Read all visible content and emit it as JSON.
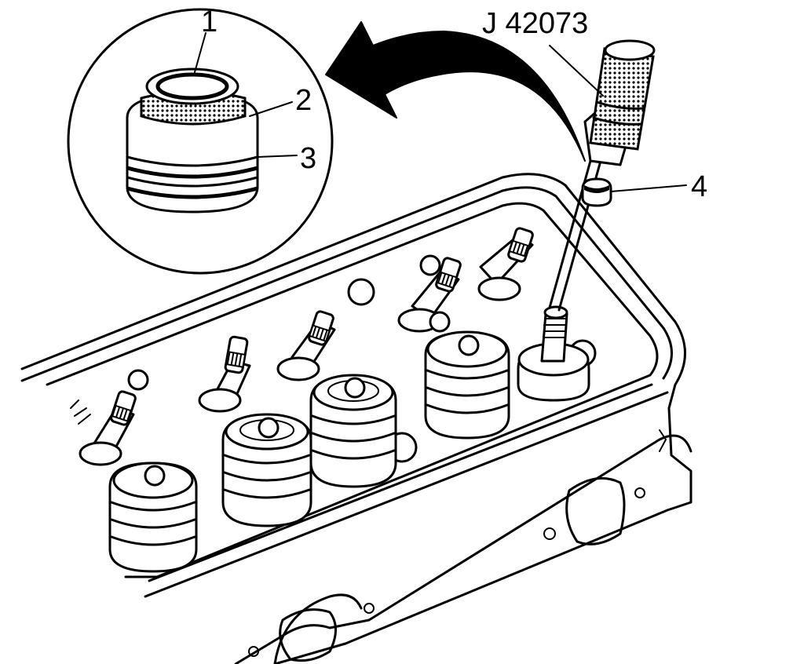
{
  "figure": {
    "tool_label": "J 42073",
    "callouts": {
      "c1": "1",
      "c2": "2",
      "c3": "3",
      "c4": "4"
    }
  },
  "colors": {
    "ink": "#000000",
    "paper": "#ffffff"
  }
}
